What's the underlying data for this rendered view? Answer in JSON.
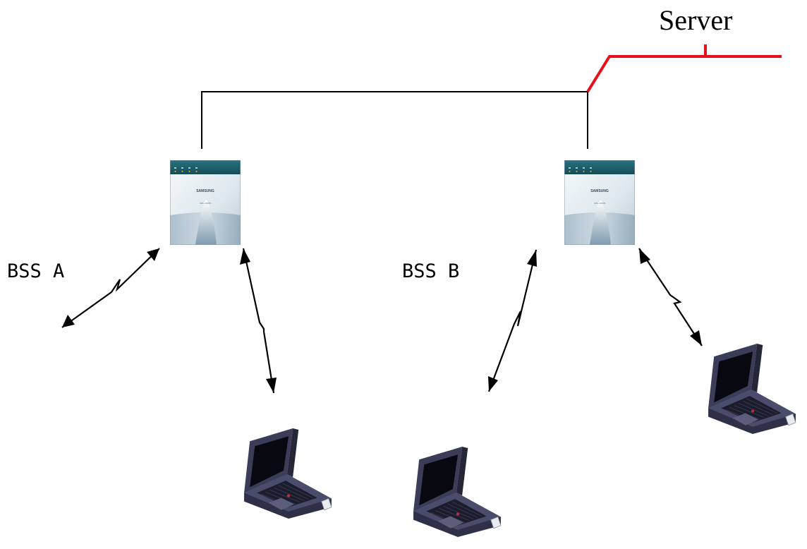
{
  "diagram": {
    "server_label": "Server",
    "bss_a_label": "BSS A",
    "bss_b_label": "BSS B",
    "access_points": [
      {
        "brand": "SAMSUNG",
        "model": "SWL-2000N"
      },
      {
        "brand": "SAMSUNG",
        "model": "SWL-2000N"
      }
    ],
    "colors": {
      "server_link": "#e8101a",
      "backbone_link": "#000000",
      "ap_header": "#1f5f6a",
      "laptop_body": "#3d3f5c"
    }
  }
}
